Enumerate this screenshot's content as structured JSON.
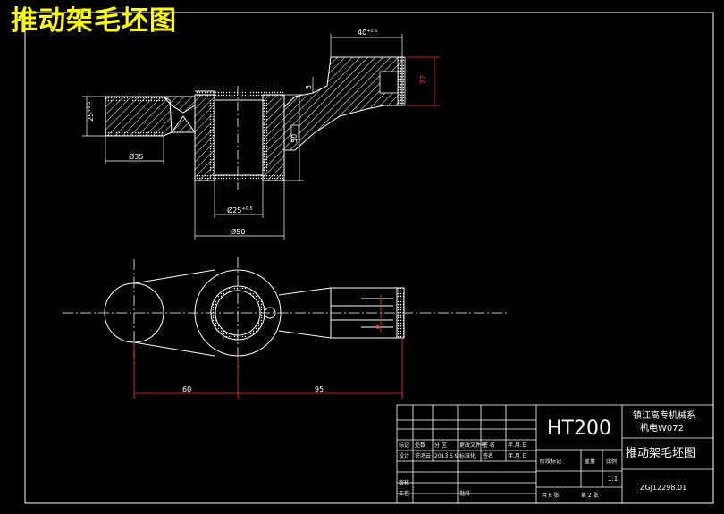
{
  "drawing_title": "推动架毛坯图",
  "dimensions": {
    "top_width": "40",
    "top_width_tol": "+0.5",
    "right_height": "27",
    "left_height": "25",
    "left_height_tol": "+0.5",
    "small_vertical": "5",
    "diameter_35": "Ø35",
    "bore": "Ø25",
    "bore_tol": "+0.5",
    "diameter_50": "Ø50",
    "hub_height": "50",
    "slot": "6",
    "center_left": "60",
    "center_right": "95"
  },
  "title_block": {
    "material": "HT200",
    "school": "镇江高专机械系",
    "class": "机电W072",
    "part_name": "推动架毛坯图",
    "drawing_no": "ZGJ12298.01",
    "scale": "1:1",
    "sheets_total": "共 6 张",
    "sheet_no": "第 2 张",
    "stage_mark": "阶段标记",
    "weight": "重量",
    "scale_label": "比例",
    "row_mark": "标记",
    "row_count": "处数",
    "row_zone": "分 区",
    "row_change": "更改文件号",
    "row_sign": "签 名",
    "row_date": "年.月.日",
    "designer_label": "设计",
    "designer": "许鸿云",
    "design_date": "2013 5.9",
    "std_label": "标准化",
    "sign2": "签名",
    "date2": "年.月.日",
    "review_label": "审核",
    "process_label": "工艺",
    "approve_label": "批准"
  }
}
